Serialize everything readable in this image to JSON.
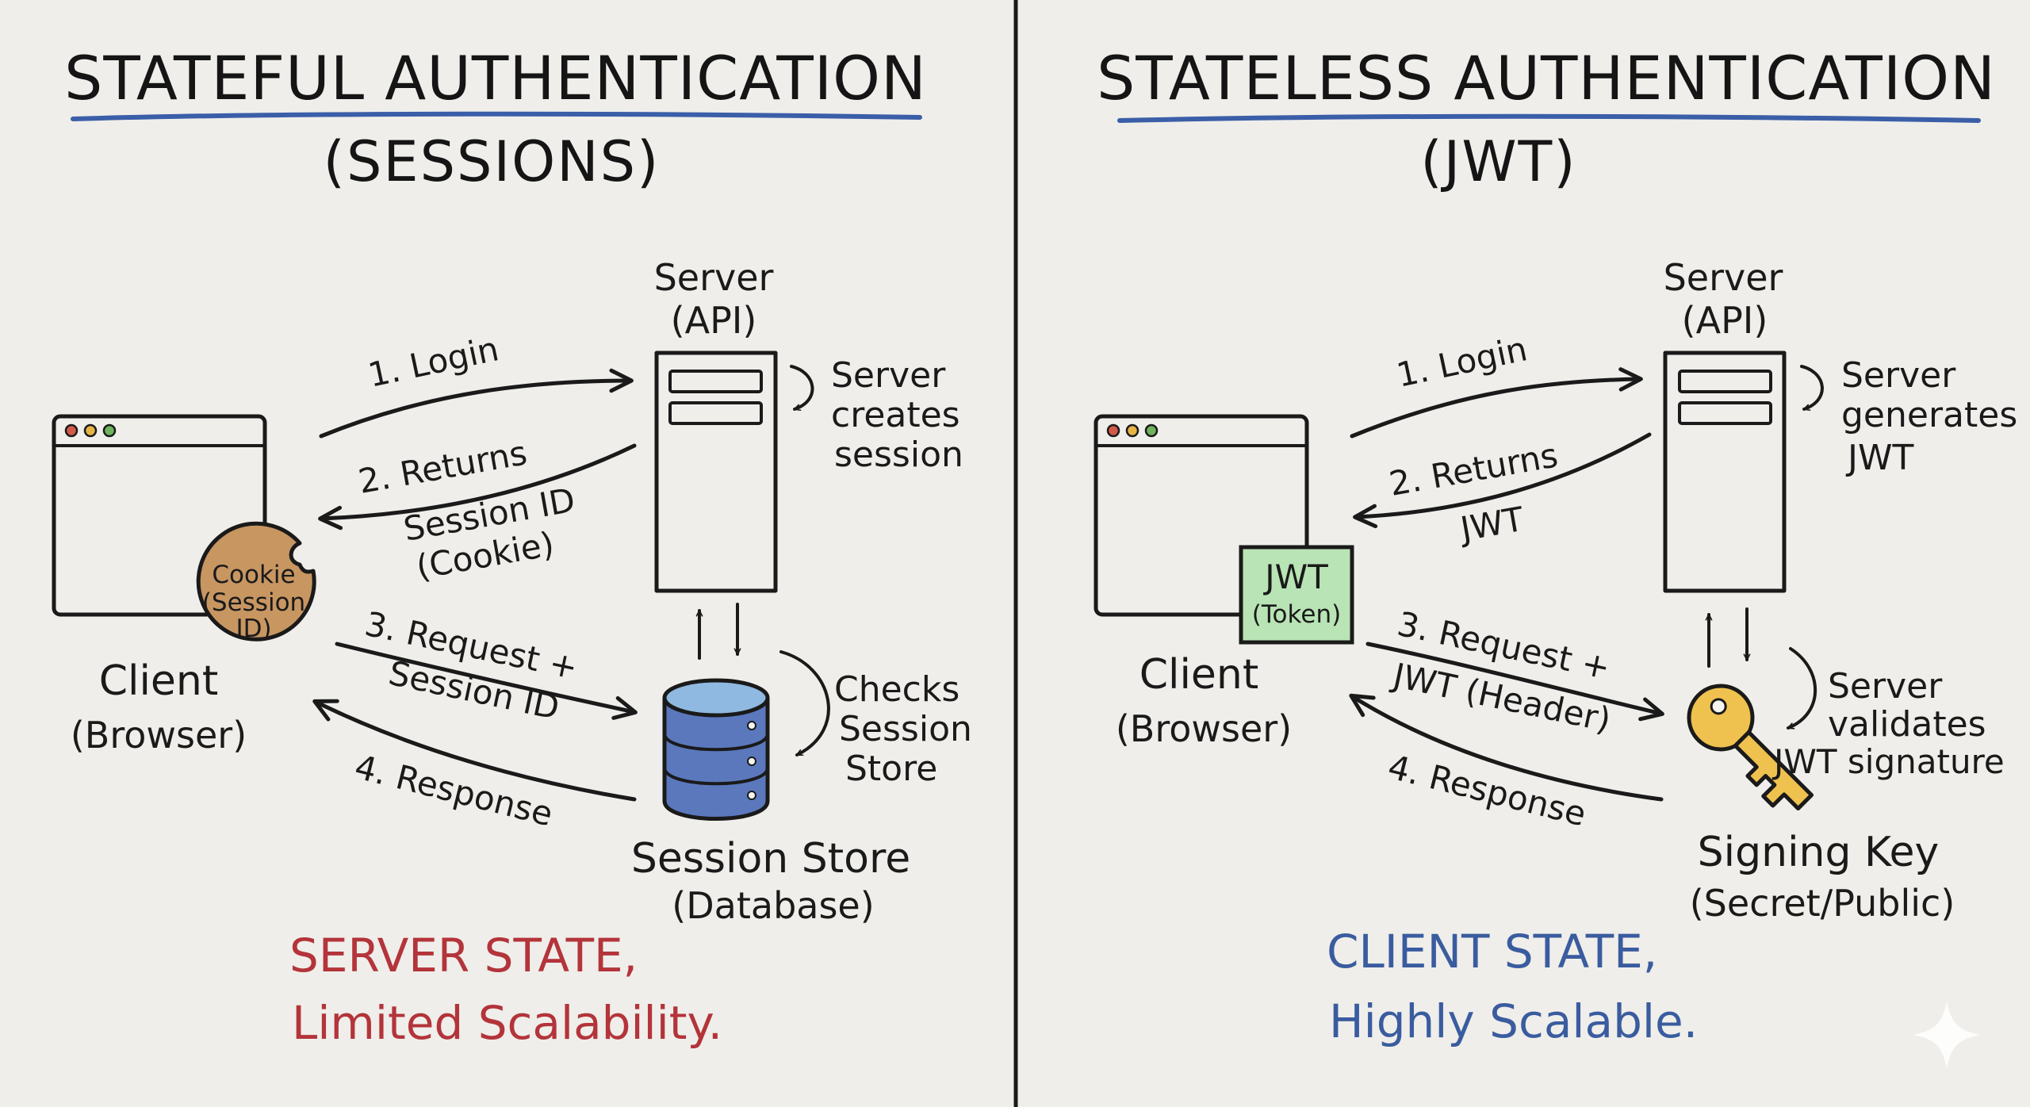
{
  "colors": {
    "background": "#efeeea",
    "ink": "#1a1a1a",
    "title_underline": "#3b5ea8",
    "server_slot": "#7fa6d8",
    "database": "#5b78bd",
    "database_top": "#8fb9e0",
    "cookie": "#c89661",
    "jwt_box": "#b9e4b5",
    "key": "#efc24f",
    "stateful_conclusion": "#b3343a",
    "stateless_conclusion": "#3a5c9f"
  },
  "stateful": {
    "title": "STATEFUL AUTHENTICATION",
    "subtitle": "(SESSIONS)",
    "server": {
      "label": "Server",
      "sublabel": "(API)",
      "icon": "server-icon"
    },
    "server_note": [
      "Server",
      "creates",
      "session"
    ],
    "client": {
      "label": "Client",
      "sublabel": "(Browser)",
      "icon": "browser-window-icon"
    },
    "cookie": {
      "icon": "cookie-icon",
      "lines": [
        "Cookie",
        "(Session",
        "ID)"
      ]
    },
    "store": {
      "label": "Session Store",
      "sublabel": "(Database)",
      "icon": "database-icon"
    },
    "store_note": [
      "Checks",
      "Session",
      "Store"
    ],
    "steps": {
      "login": "1. Login",
      "returns": "2. Returns",
      "returns_detail": "Session ID",
      "returns_detail2": "(Cookie)",
      "request": "3. Request +",
      "request_detail": "Session ID",
      "response": "4. Response"
    },
    "conclusion": [
      "SERVER STATE,",
      "Limited Scalability."
    ]
  },
  "stateless": {
    "title": "STATELESS AUTHENTICATION",
    "subtitle": "(JWT)",
    "server": {
      "label": "Server",
      "sublabel": "(API)",
      "icon": "server-icon"
    },
    "server_note": [
      "Server",
      "generates",
      "JWT"
    ],
    "client": {
      "label": "Client",
      "sublabel": "(Browser)",
      "icon": "browser-window-icon"
    },
    "token": {
      "icon": "token-icon",
      "lines": [
        "JWT",
        "(Token)"
      ]
    },
    "key": {
      "label": "Signing Key",
      "sublabel": "(Secret/Public)",
      "icon": "key-icon"
    },
    "key_note": [
      "Server",
      "validates",
      "JWT signature"
    ],
    "steps": {
      "login": "1. Login",
      "returns": "2. Returns",
      "returns_detail": "JWT",
      "request": "3. Request +",
      "request_detail": "JWT (Header)",
      "response": "4. Response"
    },
    "conclusion": [
      "CLIENT STATE,",
      "Highly Scalable."
    ]
  },
  "watermark": {
    "icon": "sparkle-icon"
  }
}
